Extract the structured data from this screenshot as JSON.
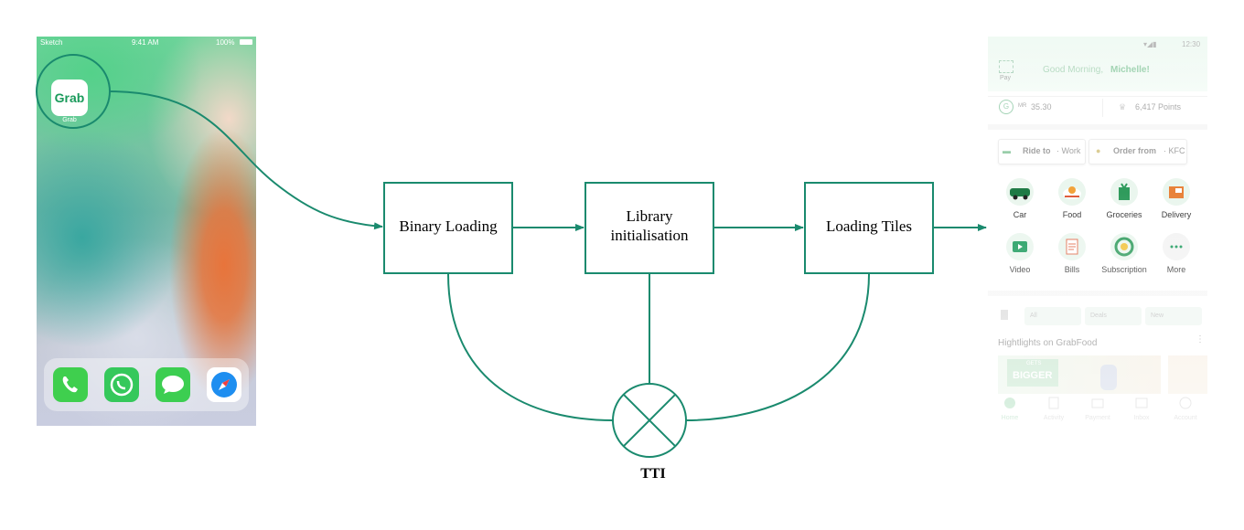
{
  "colors": {
    "accent": "#1a8a6e",
    "grab_green": "#1a9a5b"
  },
  "left_phone": {
    "carrier": "Sketch",
    "time": "9:41 AM",
    "battery": "100%",
    "app_logo": "Grab",
    "app_label": "Grab",
    "dock_icons": [
      "phone-icon",
      "whatsapp-icon",
      "messages-icon",
      "safari-icon"
    ]
  },
  "nodes": {
    "binary_loading": "Binary Loading",
    "library_init_line1": "Library",
    "library_init_line2": "initialisation",
    "loading_tiles": "Loading Tiles",
    "tti": "TTI"
  },
  "right_phone": {
    "time": "12:30",
    "pay_label": "Pay",
    "greeting": "Good Morning,",
    "user_name": "Michelle!",
    "balance_currency": "MR",
    "balance": "35.30",
    "points": "6,417 Points",
    "ride_card_bold": "Ride to",
    "ride_card_rest": "· Work",
    "order_card_bold": "Order from",
    "order_card_rest": "· KFC",
    "services": [
      "Car",
      "Food",
      "Groceries",
      "Delivery",
      "Video",
      "Bills",
      "Subscription",
      "More"
    ],
    "chips": [
      "All",
      "Deals",
      "New"
    ],
    "highlights_title": "Hightlights on GrabFood",
    "promo_small": "GETS",
    "promo_big": "BIGGER",
    "nav": [
      "Home",
      "Activity",
      "Payment",
      "Inbox",
      "Account"
    ]
  }
}
